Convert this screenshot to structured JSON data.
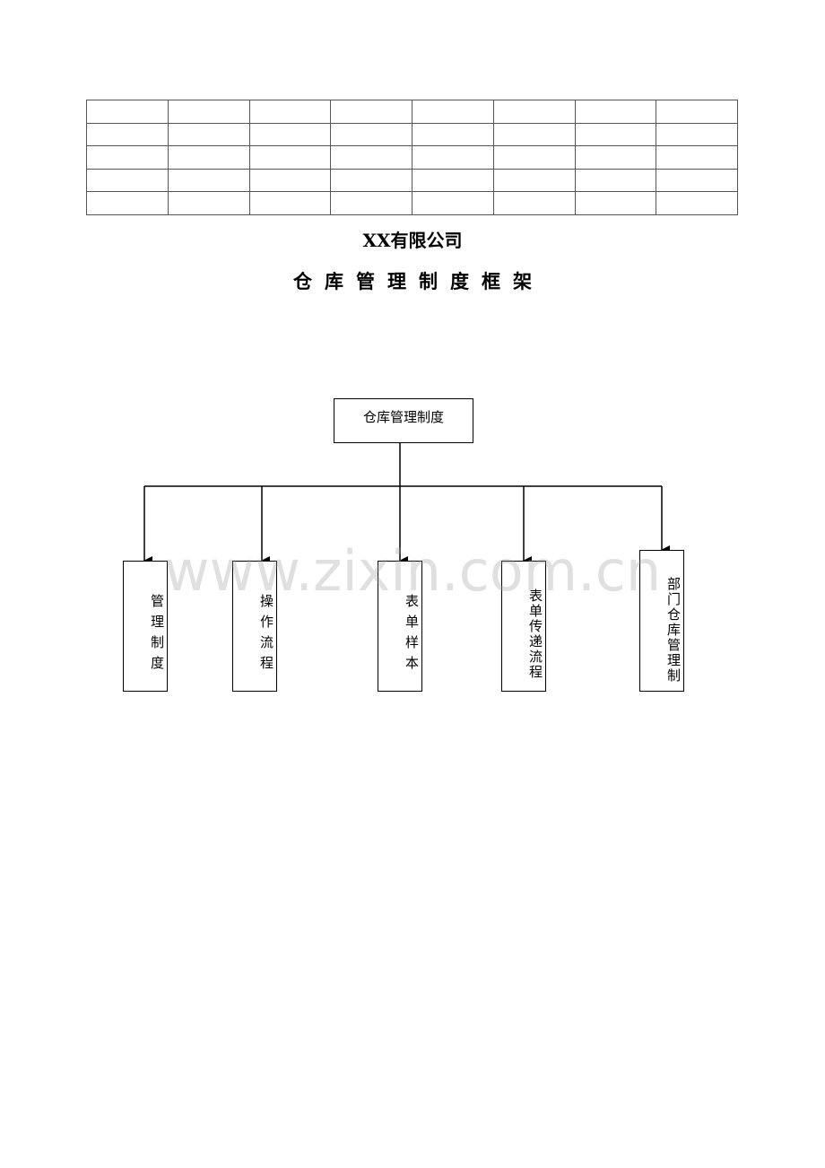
{
  "header_table": {
    "rows": 5,
    "cols": 8
  },
  "company": "XX有限公司",
  "title": "仓库管理制度框架",
  "org_chart": {
    "root": "仓库管理制度",
    "children": [
      "管理制度",
      "操作流程",
      "表单样本",
      "表单传递流程",
      "部门仓库管理制"
    ]
  },
  "watermark": "www.zixin.com.cn"
}
